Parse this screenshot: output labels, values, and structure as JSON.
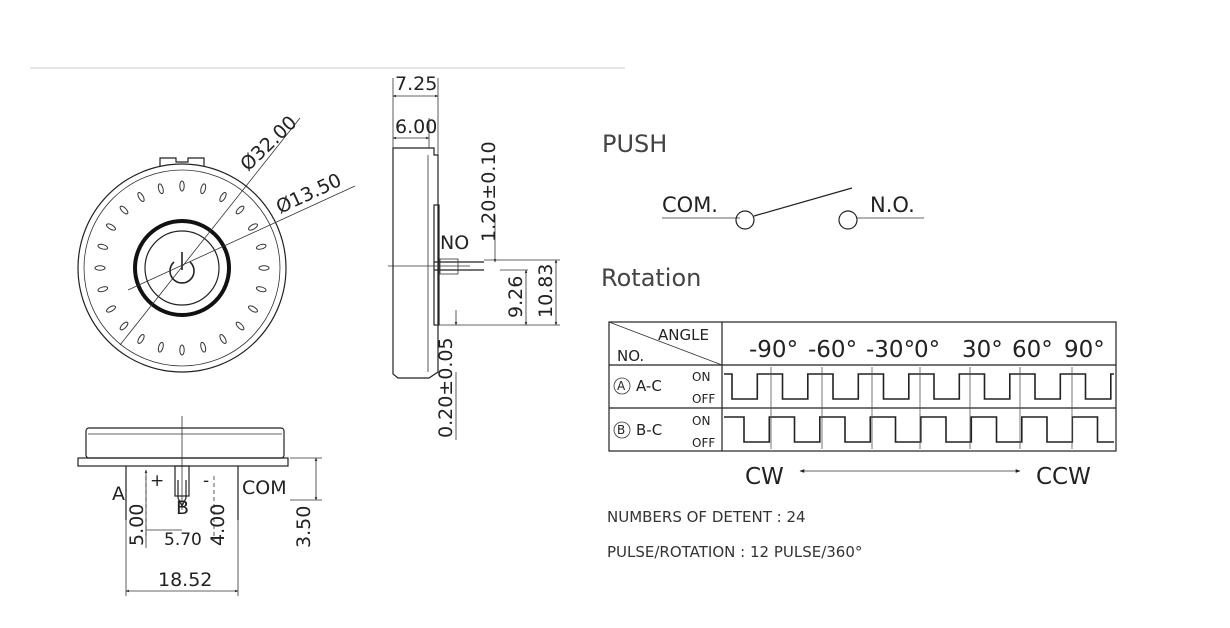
{
  "front_view": {
    "dia_outer": "Ø32.00",
    "dia_inner": "Ø13.50"
  },
  "side_view": {
    "dim_total_width": "7.25",
    "dim_body_width": "6.00",
    "dim_top_offset": "1.20±0.10",
    "label_no": "NO",
    "dim_pin_short": "9.26",
    "dim_pin_long": "10.83",
    "dim_bottom_offset": "0.20±0.05"
  },
  "bottom_view": {
    "label_a": "A",
    "label_b": "B",
    "label_com": "COM",
    "label_plus": "+",
    "label_minus": "-",
    "dim_a": "5.00",
    "dim_pitch": "5.70",
    "dim_b": "4.00",
    "dim_height": "3.50",
    "dim_width": "18.52"
  },
  "push": {
    "title": "PUSH",
    "com": "COM.",
    "no": "N.O."
  },
  "rotation": {
    "title": "Rotation",
    "header_angle": "ANGLE",
    "header_no": "NO.",
    "angles": [
      "-90°",
      "-60°",
      "-30°",
      "0°",
      "30°",
      "60°",
      "90°"
    ],
    "rows": [
      {
        "circle": "A",
        "label": "A-C",
        "on": "ON",
        "off": "OFF"
      },
      {
        "circle": "B",
        "label": "B-C",
        "on": "ON",
        "off": "OFF"
      }
    ],
    "cw": "CW",
    "ccw": "CCW"
  },
  "notes": {
    "detent": "NUMBERS OF DETENT : 24",
    "pulse": "PULSE/ROTATION : 12 PULSE/360°"
  }
}
